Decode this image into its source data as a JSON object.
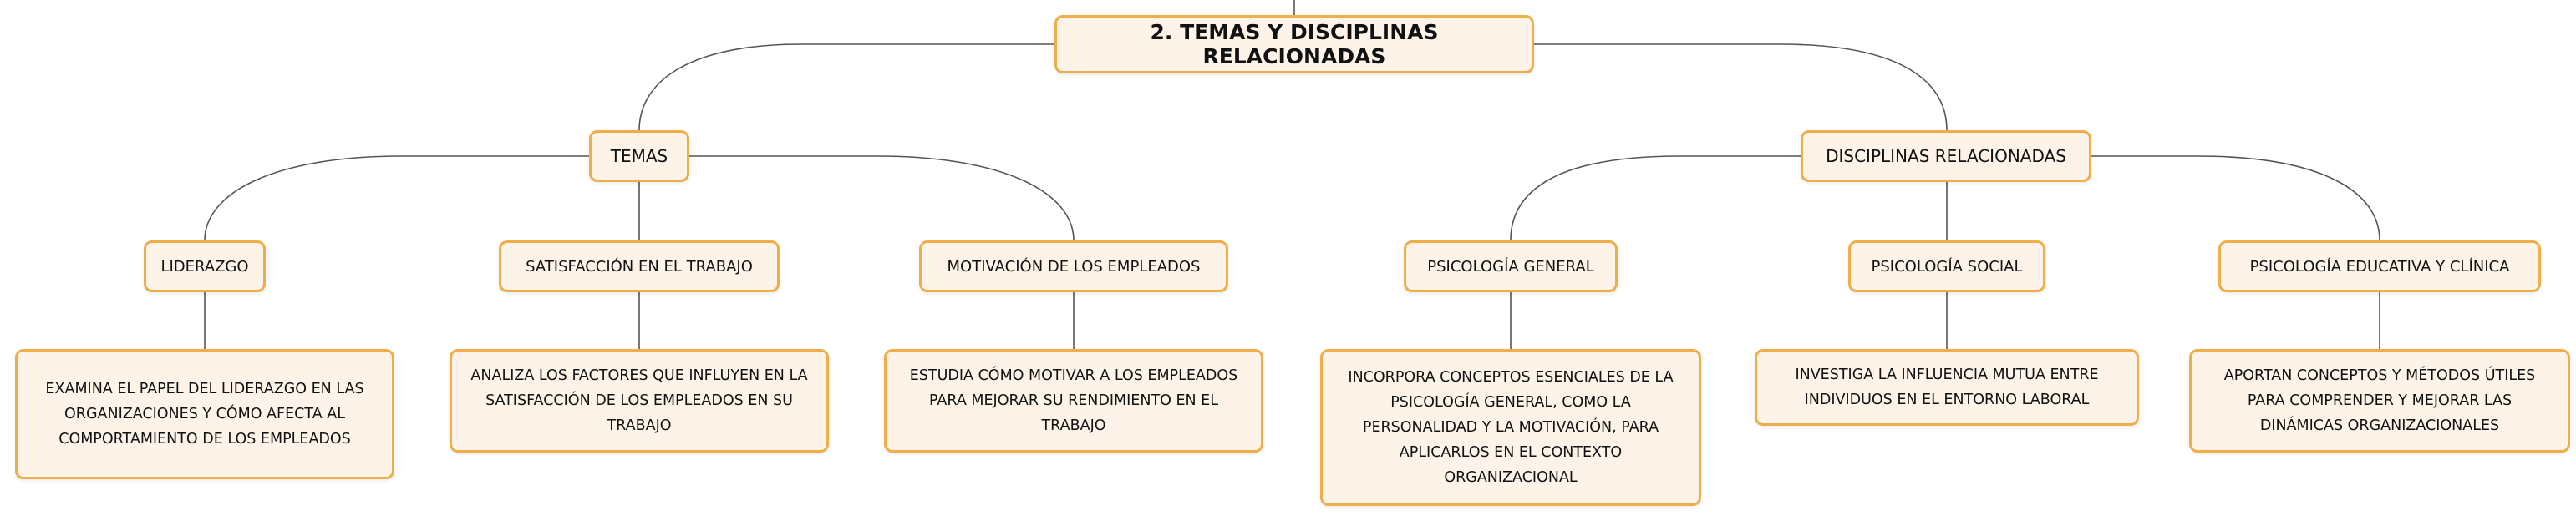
{
  "diagram": {
    "root": "2. TEMAS Y DISCIPLINAS RELACIONADAS",
    "branches": [
      {
        "label": "TEMAS",
        "children": [
          {
            "label": "LIDERAZGO",
            "description": "EXAMINA EL PAPEL DEL LIDERAZGO EN LAS ORGANIZACIONES Y CÓMO AFECTA AL COMPORTAMIENTO DE LOS EMPLEADOS"
          },
          {
            "label": "SATISFACCIÓN EN EL TRABAJO",
            "description": "ANALIZA LOS FACTORES QUE INFLUYEN EN LA SATISFACCIÓN DE LOS EMPLEADOS EN SU TRABAJO"
          },
          {
            "label": "MOTIVACIÓN DE LOS EMPLEADOS",
            "description": "ESTUDIA CÓMO MOTIVAR A LOS EMPLEADOS PARA MEJORAR SU RENDIMIENTO EN EL TRABAJO"
          }
        ]
      },
      {
        "label": "DISCIPLINAS RELACIONADAS",
        "children": [
          {
            "label": "PSICOLOGÍA GENERAL",
            "description": "INCORPORA CONCEPTOS ESENCIALES DE LA PSICOLOGÍA GENERAL, COMO LA PERSONALIDAD Y LA MOTIVACIÓN, PARA APLICARLOS EN EL CONTEXTO ORGANIZACIONAL"
          },
          {
            "label": "PSICOLOGÍA SOCIAL",
            "description": "INVESTIGA LA INFLUENCIA MUTUA ENTRE INDIVIDUOS EN EL ENTORNO LABORAL"
          },
          {
            "label": "PSICOLOGÍA EDUCATIVA Y CLÍNICA",
            "description": "APORTAN CONCEPTOS Y MÉTODOS ÚTILES PARA COMPRENDER Y MEJORAR LAS DINÁMICAS ORGANIZACIONALES"
          }
        ]
      }
    ]
  },
  "colors": {
    "node_fill": "#fdf3e9",
    "node_border": "#f0ae4a",
    "connector": "#555555",
    "text": "#111111"
  }
}
